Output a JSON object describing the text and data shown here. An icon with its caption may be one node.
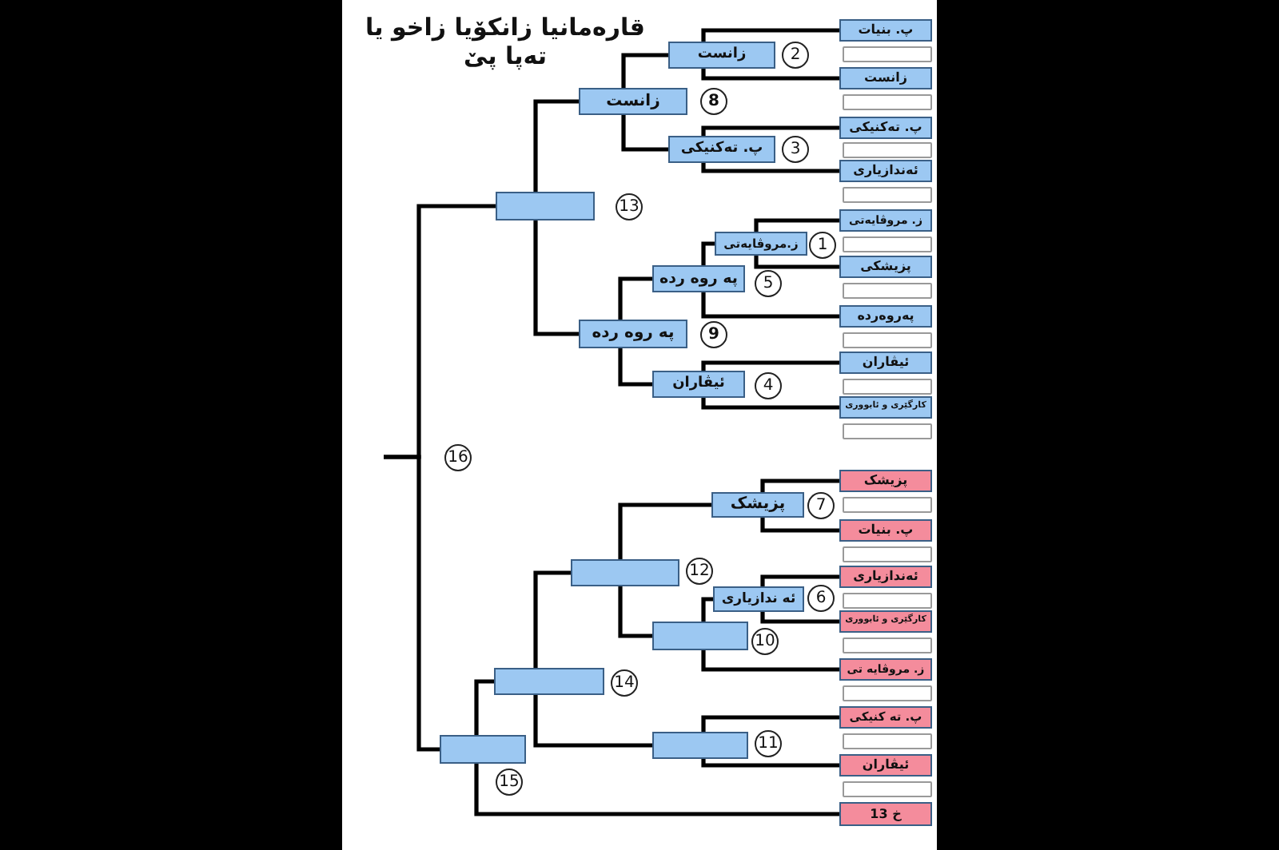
{
  "diagram": {
    "title": "قارەمانیا زانکۆیا زاخو یا تەپا پێ",
    "nodes": [
      {
        "text": [
          "پ. بنیات"
        ]
      },
      {
        "text": [],
        "shape": "box"
      },
      {
        "text": [
          "زانست"
        ]
      },
      {
        "text": [],
        "shape": "box"
      },
      {
        "text": [
          "پ. تەکنیکی"
        ]
      },
      {
        "text": [],
        "shape": "box"
      },
      {
        "text": [
          "ئەندازیاری"
        ]
      },
      {
        "text": [],
        "shape": "box"
      },
      {
        "text": [
          "ز. مروڤایەتی"
        ]
      },
      {
        "text": [],
        "shape": "box"
      },
      {
        "text": [
          "پزیشکی"
        ]
      },
      {
        "text": [],
        "shape": "box"
      },
      {
        "text": [
          "پەروەردە"
        ]
      },
      {
        "text": [],
        "shape": "box"
      },
      {
        "text": [
          "ئیڤاران"
        ]
      },
      {
        "text": [],
        "shape": "box"
      },
      {
        "text": [
          "کارگێری و ئابووری"
        ]
      },
      {
        "text": [],
        "shape": "box"
      },
      {
        "text": [
          "زانست"
        ],
        "beside": [
          "2"
        ]
      },
      {
        "text": [
          "پ. تەکنیکی"
        ],
        "beside": [
          "3"
        ]
      },
      {
        "text": [
          "زانست"
        ],
        "beside": [
          "8"
        ]
      },
      {
        "text": [
          "ز.مروڤایەتی"
        ],
        "beside": [
          "1"
        ]
      },
      {
        "text": [
          "پە روە ردە"
        ],
        "beside": [
          "5"
        ]
      },
      {
        "text": [
          "ئیڤاران"
        ],
        "beside": [
          "4"
        ]
      },
      {
        "text": [
          "پە روە ردە"
        ],
        "beside": [
          "9"
        ]
      },
      {
        "text": [],
        "shape": "box",
        "beside": [
          "13"
        ]
      },
      {
        "text": [
          "پزیشک"
        ]
      },
      {
        "text": [],
        "shape": "box"
      },
      {
        "text": [
          "پ. بنیات"
        ]
      },
      {
        "text": [],
        "shape": "box"
      },
      {
        "text": [
          "ئەندازیاری"
        ]
      },
      {
        "text": [],
        "shape": "box"
      },
      {
        "text": [
          "کارگێری و ئابووری"
        ]
      },
      {
        "text": [],
        "shape": "box"
      },
      {
        "text": [
          "ز. مروڤایە تی"
        ]
      },
      {
        "text": [],
        "shape": "box"
      },
      {
        "text": [
          "پ. تە کنیکی"
        ]
      },
      {
        "text": [],
        "shape": "box"
      },
      {
        "text": [
          "ئیڤاران"
        ]
      },
      {
        "text": [],
        "shape": "box"
      },
      {
        "text": [
          "خ 13"
        ]
      },
      {
        "text": [
          "پزیشک"
        ],
        "beside": [
          "7"
        ]
      },
      {
        "text": [
          "ئە ندازیاری"
        ],
        "beside": [
          "6"
        ]
      },
      {
        "text": [],
        "shape": "box",
        "beside": [
          "12"
        ]
      },
      {
        "text": [],
        "shape": "box",
        "beside": [
          "10"
        ]
      },
      {
        "text": [],
        "shape": "box",
        "beside": [
          "14"
        ]
      },
      {
        "text": [],
        "shape": "box",
        "beside": [
          "11"
        ]
      },
      {
        "text": [],
        "shape": "box",
        "beside": [
          "15"
        ]
      }
    ],
    "edges": [
      {
        "from": 0,
        "to": 18,
        "arrow": "none"
      },
      {
        "from": 2,
        "to": 18,
        "arrow": "none"
      },
      {
        "from": 4,
        "to": 19,
        "arrow": "none"
      },
      {
        "from": 6,
        "to": 19,
        "arrow": "none"
      },
      {
        "from": 18,
        "to": 20,
        "arrow": "none"
      },
      {
        "from": 19,
        "to": 20,
        "arrow": "none"
      },
      {
        "from": 8,
        "to": 21,
        "arrow": "none"
      },
      {
        "from": 10,
        "to": 21,
        "arrow": "none"
      },
      {
        "from": 21,
        "to": 22,
        "arrow": "none"
      },
      {
        "from": 12,
        "to": 22,
        "arrow": "none"
      },
      {
        "from": 14,
        "to": 23,
        "arrow": "none"
      },
      {
        "from": 16,
        "to": 23,
        "arrow": "none"
      },
      {
        "from": 22,
        "to": 24,
        "arrow": "none"
      },
      {
        "from": 23,
        "to": 24,
        "arrow": "none"
      },
      {
        "from": 20,
        "to": 25,
        "arrow": "none"
      },
      {
        "from": 24,
        "to": 25,
        "arrow": "none"
      },
      {
        "from": 25,
        "to": null,
        "arrow": "none"
      },
      {
        "from": 26,
        "to": 41,
        "arrow": "none"
      },
      {
        "from": 28,
        "to": 41,
        "arrow": "none"
      },
      {
        "from": 30,
        "to": 42,
        "arrow": "none"
      },
      {
        "from": 32,
        "to": 42,
        "arrow": "none"
      },
      {
        "from": 41,
        "to": 43,
        "arrow": "none"
      },
      {
        "from": 44,
        "to": 43,
        "arrow": "none"
      },
      {
        "from": 42,
        "to": 44,
        "arrow": "none"
      },
      {
        "from": 34,
        "to": 44,
        "arrow": "none"
      },
      {
        "from": 43,
        "to": 45,
        "arrow": "none"
      },
      {
        "from": 46,
        "to": 45,
        "arrow": "none"
      },
      {
        "from": 36,
        "to": 46,
        "arrow": "none"
      },
      {
        "from": 38,
        "to": 46,
        "arrow": "none"
      },
      {
        "from": 45,
        "to": 47,
        "arrow": "none"
      },
      {
        "from": 40,
        "to": 47,
        "arrow": "none"
      },
      {
        "from": 47,
        "to": null,
        "arrow": "none"
      }
    ],
    "labels": [
      "16"
    ]
  }
}
